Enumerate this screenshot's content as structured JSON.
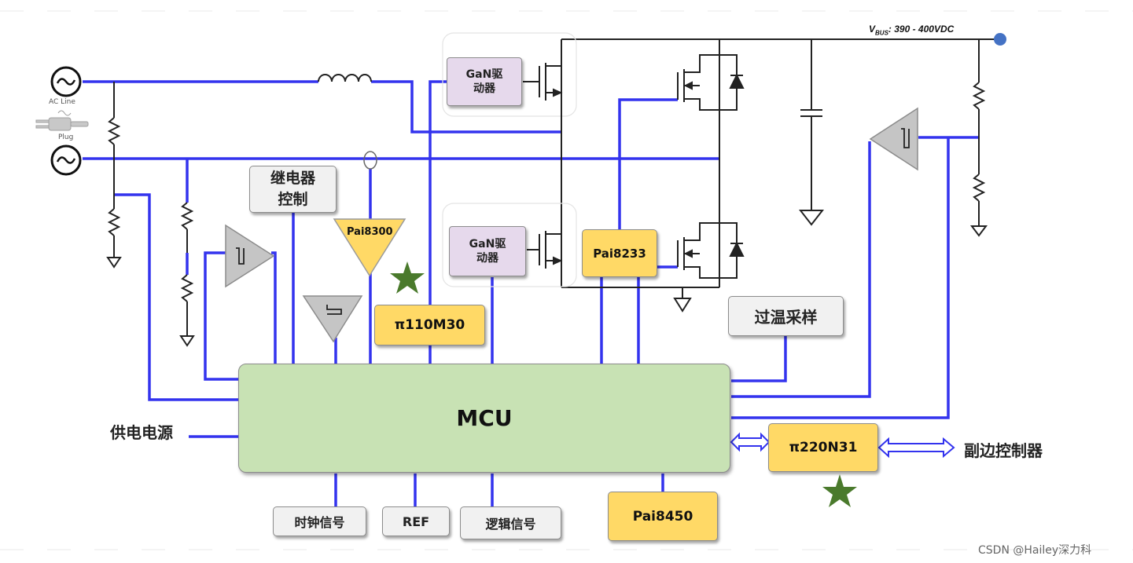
{
  "vbus_label": {
    "v": "V",
    "sub": "BUS",
    "rest": ": 390 - 400VDC"
  },
  "ac_line_label": "AC Line",
  "plug_label": "Plug",
  "gan_driver_top": {
    "line1": "GaN驱",
    "line2": "动器"
  },
  "gan_driver_bottom": {
    "line1": "GaN驱",
    "line2": "动器"
  },
  "relay_control": {
    "line1": "继电器",
    "line2": "控制"
  },
  "pai8300_label": "Pai8300",
  "pi110m30_label": "π110M30",
  "pai8233_label": "Pai8233",
  "over_temp_label": "过温采样",
  "mcu_label": "MCU",
  "power_supply_label": "供电电源",
  "pi220n31_label": "π220N31",
  "secondary_controller_label": "副边控制器",
  "clock_signal_label": "时钟信号",
  "ref_label": "REF",
  "logic_signal_label": "逻辑信号",
  "pai8450_label": "Pai8450",
  "watermark": "CSDN @Hailey深力科",
  "colors": {
    "bus_line": "#3333ee",
    "schematic_line": "#222222",
    "mcu_fill": "#c8e2b4",
    "chip_fill": "#ffd966",
    "driver_fill": "#e6d9ec",
    "star": "#4a7a2c",
    "vbus_dot": "#4472c4"
  }
}
